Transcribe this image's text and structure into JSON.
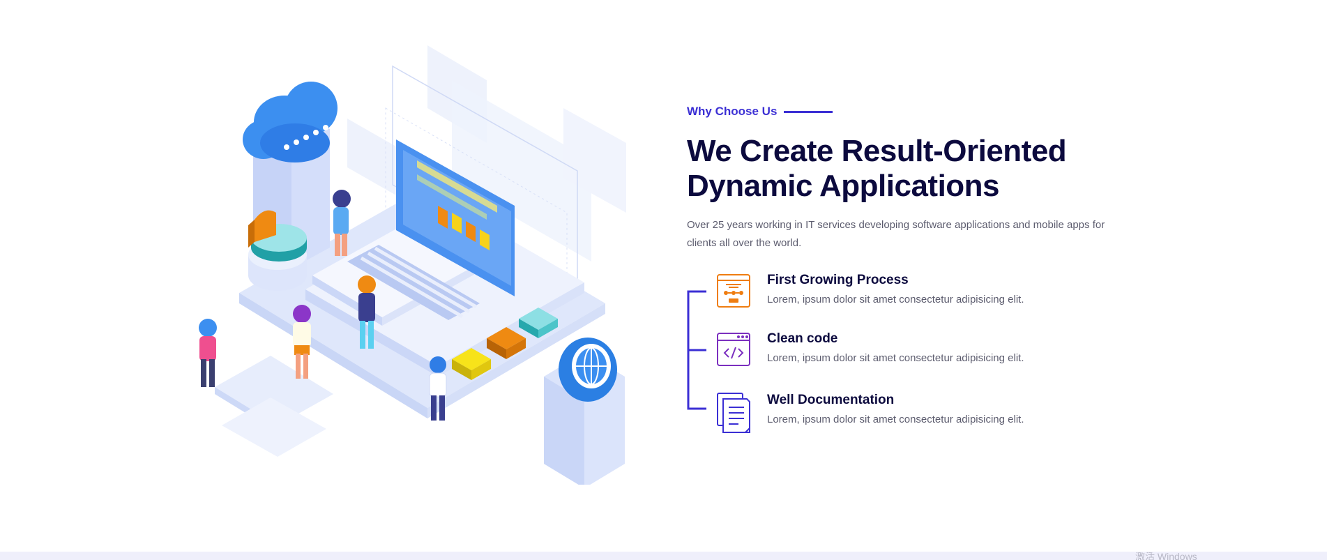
{
  "section": {
    "eyebrow": "Why Choose Us",
    "title_line1": "We Create Result-Oriented",
    "title_line2": "Dynamic Applications",
    "description": "Over 25 years working in IT services developing software applications and mobile apps for clients all over the world."
  },
  "features": [
    {
      "title": "First Growing Process",
      "description": "Lorem, ipsum dolor sit amet consectetur adipisicing elit.",
      "icon": "process-icon"
    },
    {
      "title": "Clean code",
      "description": "Lorem, ipsum dolor sit amet consectetur adipisicing elit.",
      "icon": "code-window-icon"
    },
    {
      "title": "Well Documentation",
      "description": "Lorem, ipsum dolor sit amet consectetur adipisicing elit.",
      "icon": "documents-icon"
    }
  ],
  "watermark": "激活 Windows",
  "colors": {
    "accent": "#3b2fd4",
    "heading": "#0c0a3e",
    "body_text": "#5c5c6e",
    "orange": "#ef7d10",
    "purple": "#7b2fbf",
    "strip": "#efeffb"
  }
}
